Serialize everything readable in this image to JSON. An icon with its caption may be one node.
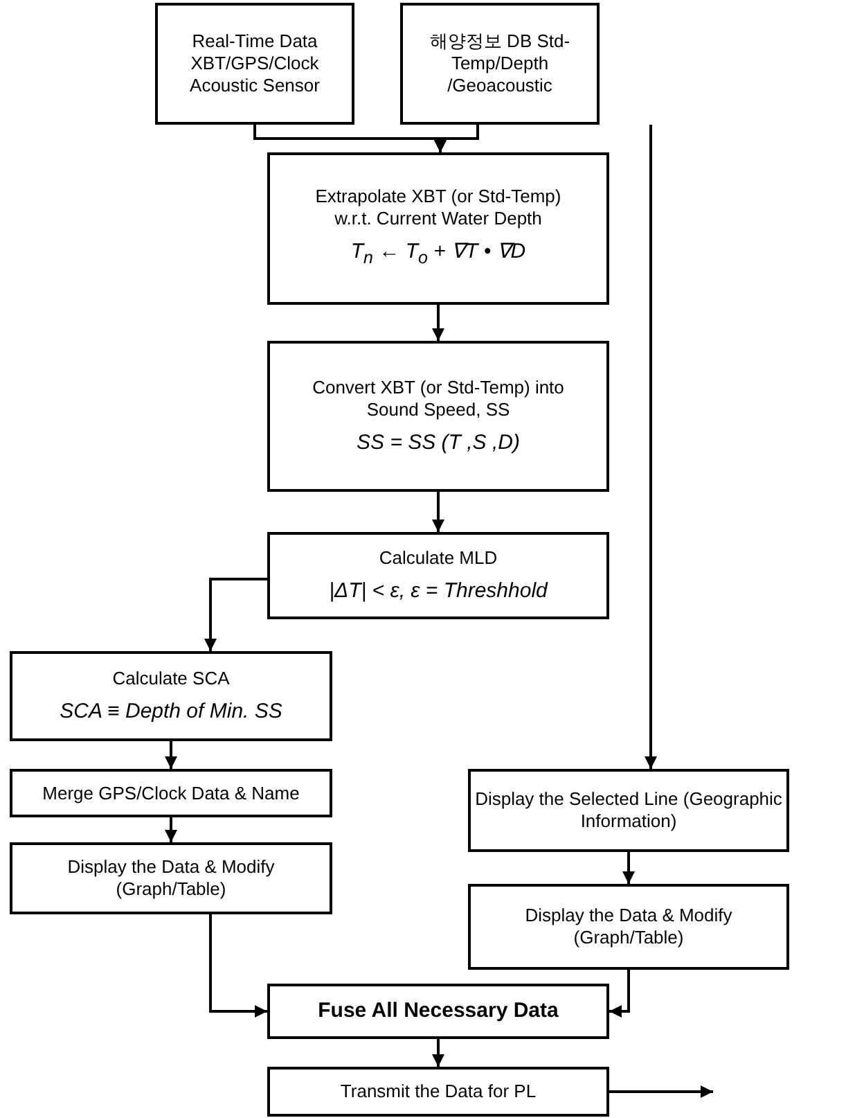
{
  "diagram": {
    "nodes": [
      {
        "text": [
          "Real-Time Data XBT/GPS/Clock Acoustic Sensor"
        ]
      },
      {
        "text": [
          "해양정보 DB Std-Temp/Depth /Geoacoustic"
        ]
      },
      {
        "text": [
          "Extrapolate XBT (or Std-Temp) w.r.t. Current Water Depth",
          "T$_{n}$ ← T$_{o}$ + ∇T • ∇D"
        ]
      },
      {
        "text": [
          "Convert XBT (or Std-Temp) into Sound Speed, SS",
          "SS = SS (T ,S ,D)"
        ]
      },
      {
        "text": [
          "Calculate MLD",
          "|ΔT| < ε, ε = Threshhold"
        ]
      },
      {
        "text": [
          "Calculate SCA",
          "SCA ≡ Depth of Min. SS"
        ]
      },
      {
        "text": [
          "Merge GPS/Clock Data & Name"
        ]
      },
      {
        "text": [
          "Display the Data & Modify (Graph/Table)"
        ]
      },
      {
        "text": [
          "Display the Selected Line (Geographic Information)"
        ]
      },
      {
        "text": [
          "Display the Data & Modify (Graph/Table)"
        ]
      },
      {
        "text": [
          "Fuse All Necessary Data"
        ]
      },
      {
        "text": [
          "Transmit the Data for PL"
        ]
      }
    ],
    "edges": [
      {
        "from": 0,
        "to": 2,
        "arrow": "to"
      },
      {
        "from": 1,
        "to": 2,
        "arrow": "to"
      },
      {
        "from": 1,
        "to": 8,
        "arrow": "to"
      },
      {
        "from": 2,
        "to": 3,
        "arrow": "to"
      },
      {
        "from": 3,
        "to": 4,
        "arrow": "to"
      },
      {
        "from": 4,
        "to": 5,
        "arrow": "to"
      },
      {
        "from": 5,
        "to": 6,
        "arrow": "to"
      },
      {
        "from": 6,
        "to": 7,
        "arrow": "to"
      },
      {
        "from": 7,
        "to": 10,
        "arrow": "to"
      },
      {
        "from": 8,
        "to": 9,
        "arrow": "to"
      },
      {
        "from": 9,
        "to": 10,
        "arrow": "to"
      },
      {
        "from": 10,
        "to": 11,
        "arrow": "to"
      },
      {
        "from": 11,
        "to": null,
        "arrow": "to"
      }
    ]
  }
}
